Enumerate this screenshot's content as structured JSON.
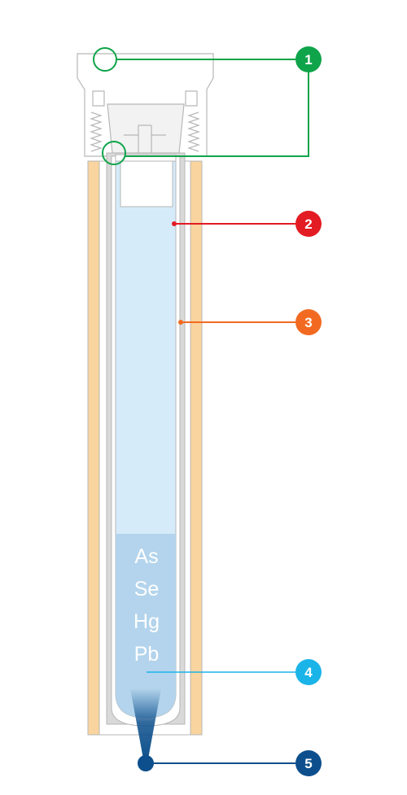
{
  "colors": {
    "green": "#0fa44a",
    "red": "#e31b23",
    "orange": "#f26a21",
    "light_blue": "#1ab4e8",
    "dark_blue": "#0c4f8c",
    "liquid": "#d6ebfa",
    "sediment": "#b3d4ec",
    "jacket": "#f9d49e",
    "outline": "#b7b7b7",
    "tube_grey": "#d9d9d9"
  },
  "elements": [
    "As",
    "Se",
    "Hg",
    "Pb"
  ],
  "callouts": [
    {
      "number": "1",
      "color": "green"
    },
    {
      "number": "2",
      "color": "red"
    },
    {
      "number": "3",
      "color": "orange"
    },
    {
      "number": "4",
      "color": "light_blue"
    },
    {
      "number": "5",
      "color": "dark_blue"
    }
  ]
}
